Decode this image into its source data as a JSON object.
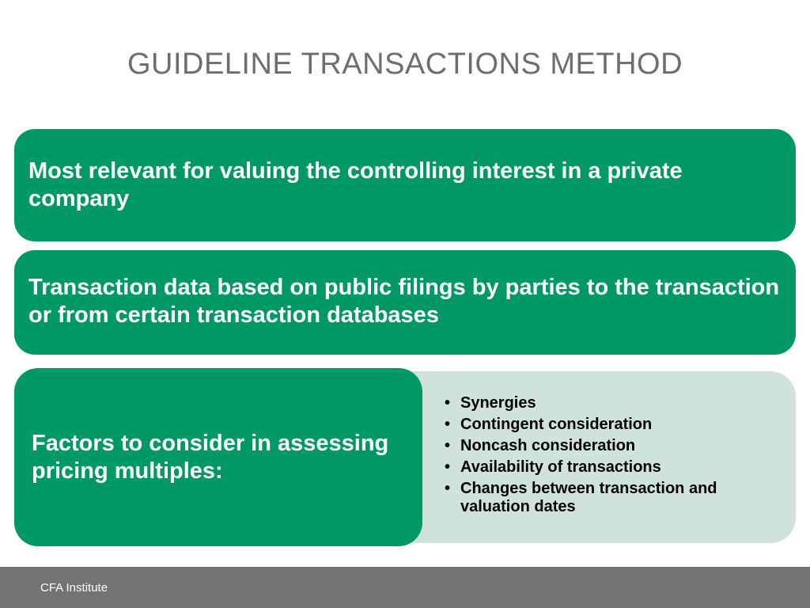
{
  "slide": {
    "title": "GUIDELINE TRANSACTIONS METHOD",
    "box1_text": "Most relevant for valuing the controlling interest in a private company",
    "box2_text": "Transaction data based on public filings by parties to the transaction or from certain transaction databases",
    "box3_text": "Factors to consider in assessing pricing multiples:",
    "bullets": [
      "Synergies",
      "Contingent consideration",
      "Noncash consideration",
      "Availability of transactions",
      "Changes between transaction and valuation dates"
    ],
    "bullet_symbol": "•"
  },
  "footer": {
    "text": "CFA Institute"
  },
  "colors": {
    "green": "#009966",
    "light_green": "#d0e3db",
    "title_gray": "#6e6e6e",
    "footer_gray": "#737373"
  }
}
